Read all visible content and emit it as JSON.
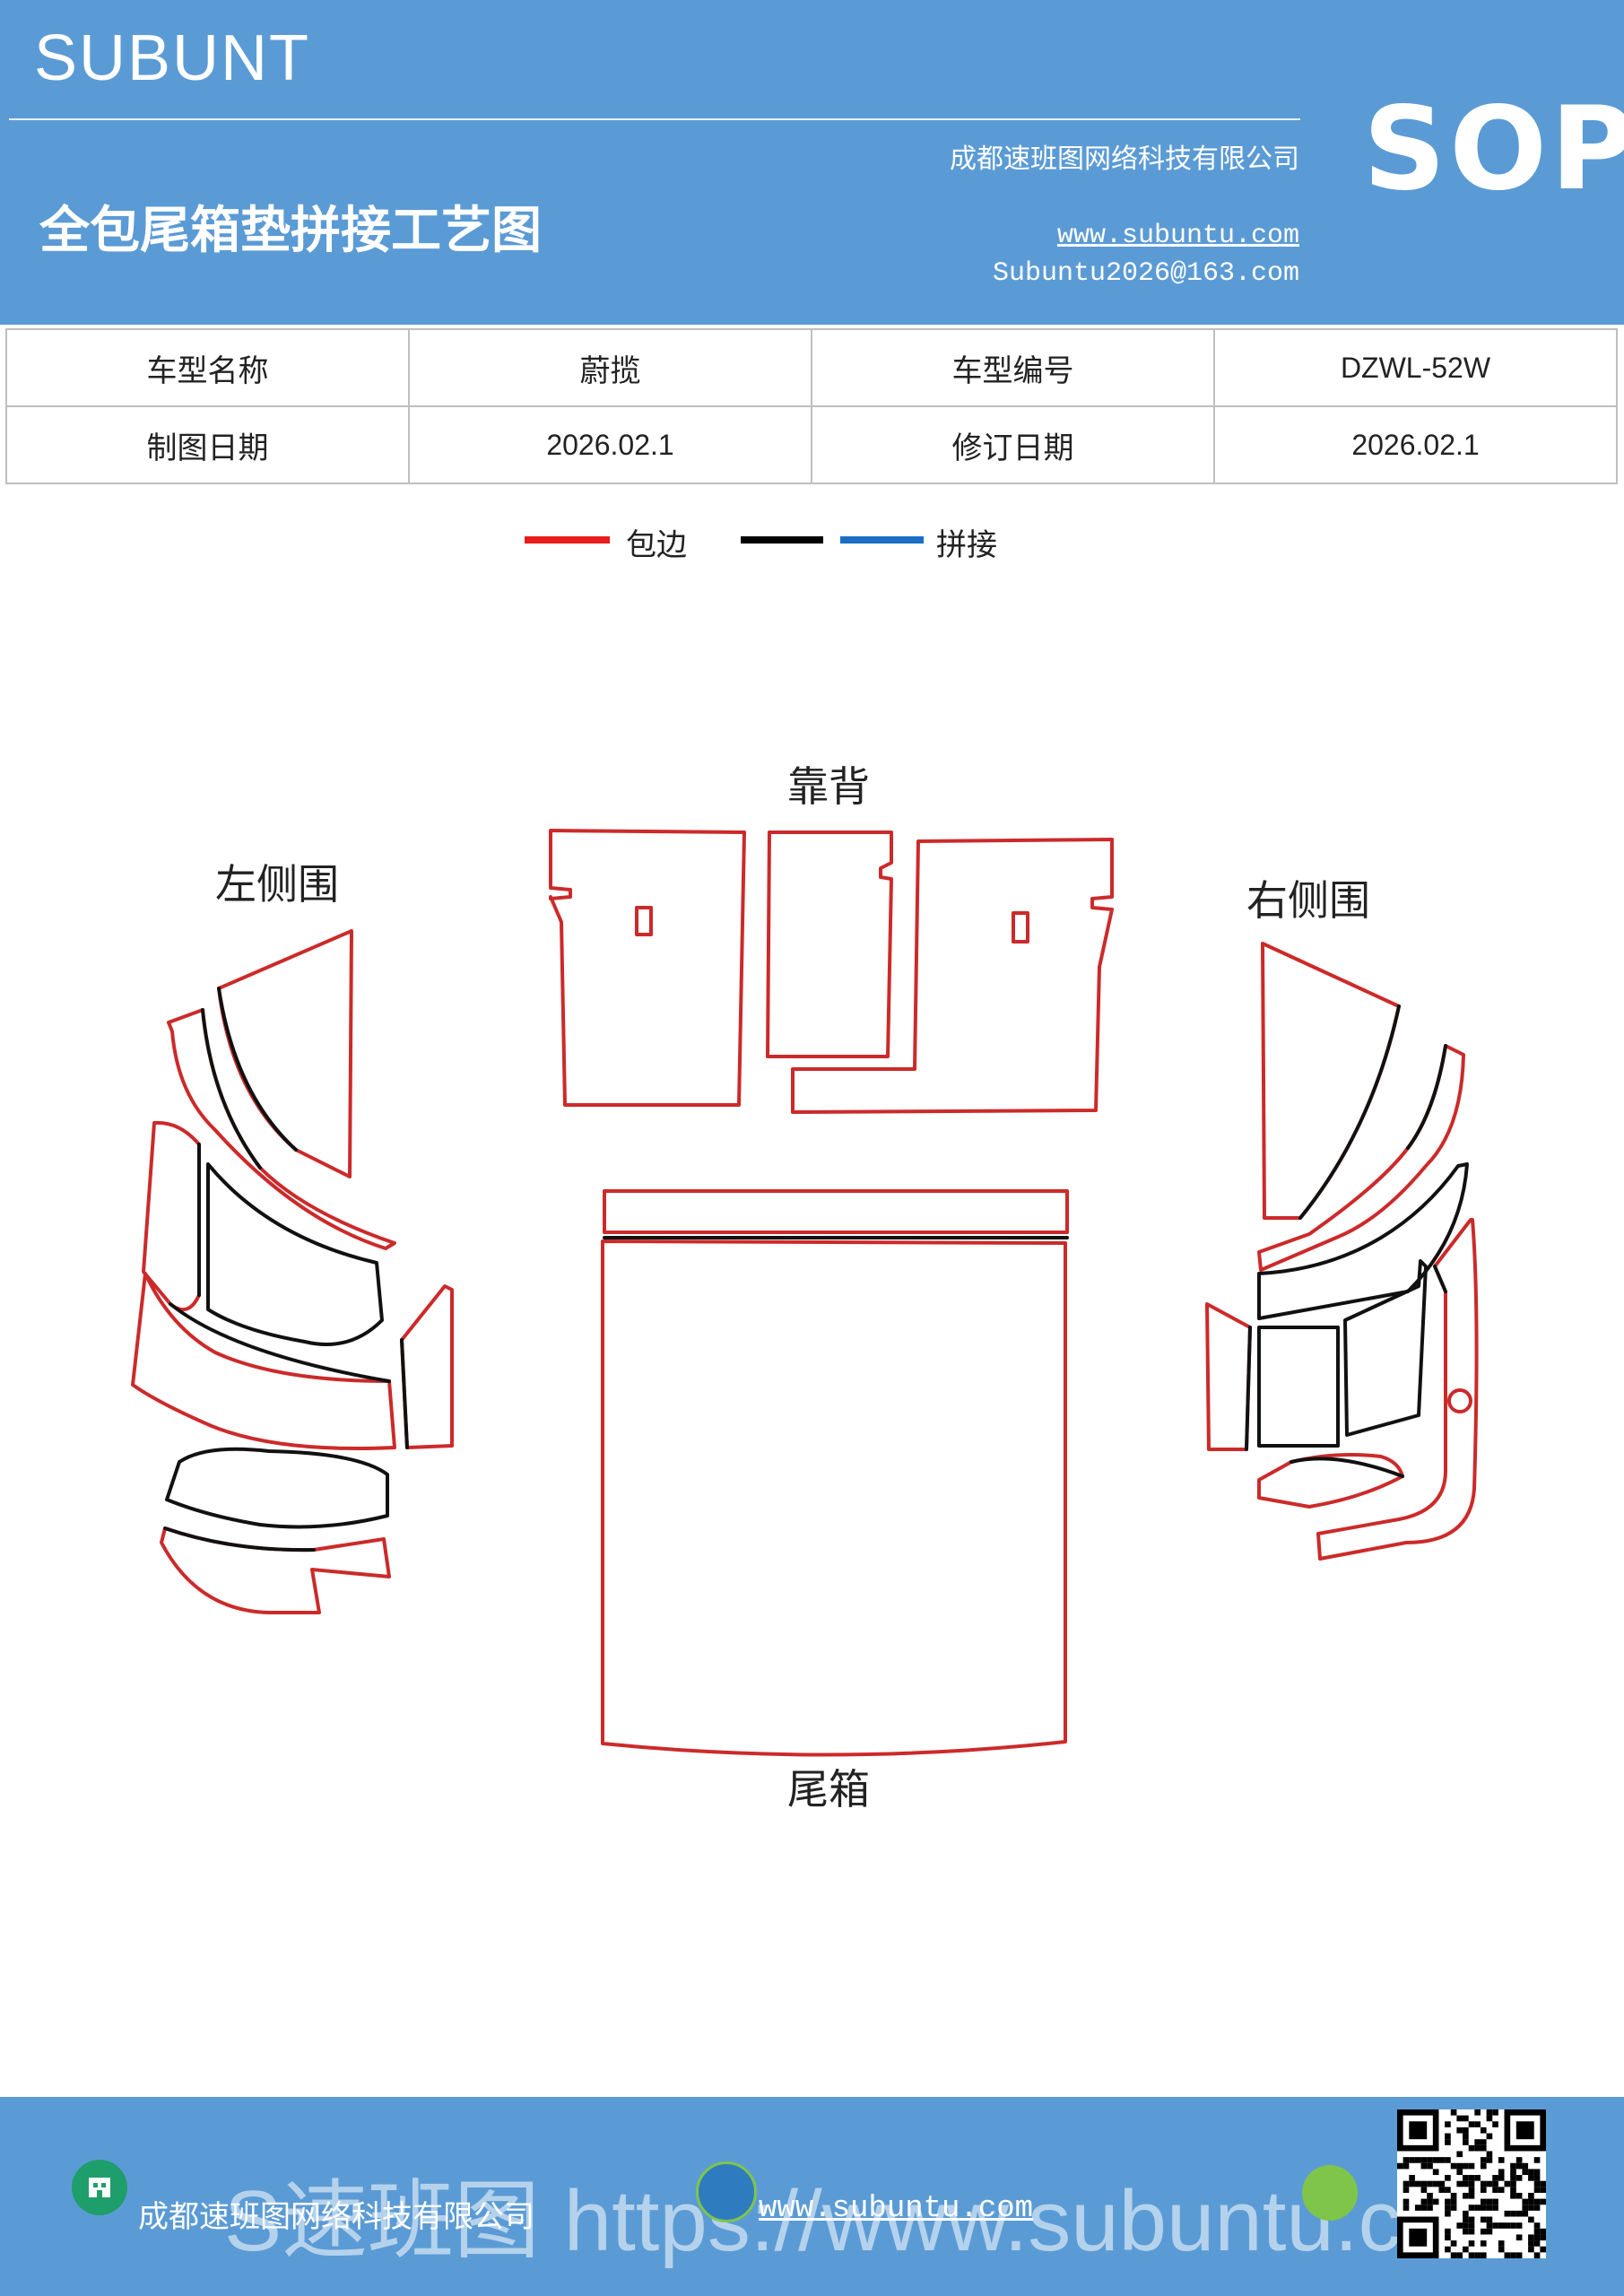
{
  "header": {
    "brand": "SUBUNT",
    "title": "全包尾箱垫拼接工艺图",
    "company": "成都速班图网络科技有限公司",
    "website": "www.subuntu.com",
    "email": "Subuntu2026@163.com",
    "badge": "SOP"
  },
  "info_table": {
    "model_name_label": "车型名称",
    "model_name_value": "蔚揽",
    "model_code_label": "车型编号",
    "model_code_value": "DZWL-52W",
    "draw_date_label": "制图日期",
    "draw_date_value": "2026.02.1",
    "revise_date_label": "修订日期",
    "revise_date_value": "2026.02.1"
  },
  "legend": {
    "edge_label": "包边",
    "splice_label": "拼接",
    "edge_color": "#e81c1c",
    "black_color": "#000000",
    "splice_color": "#1a6fc4"
  },
  "diagram": {
    "backrest_label": "靠背",
    "left_side_label": "左侧围",
    "right_side_label": "右侧围",
    "trunk_label": "尾箱",
    "edge_color": "#cc2a2a",
    "splice_color": "#111111"
  },
  "footer": {
    "company": "成都速班图网络科技有限公司",
    "website": "www.subuntu.com",
    "overlay": "S速班图 https://www.subuntu.com"
  }
}
